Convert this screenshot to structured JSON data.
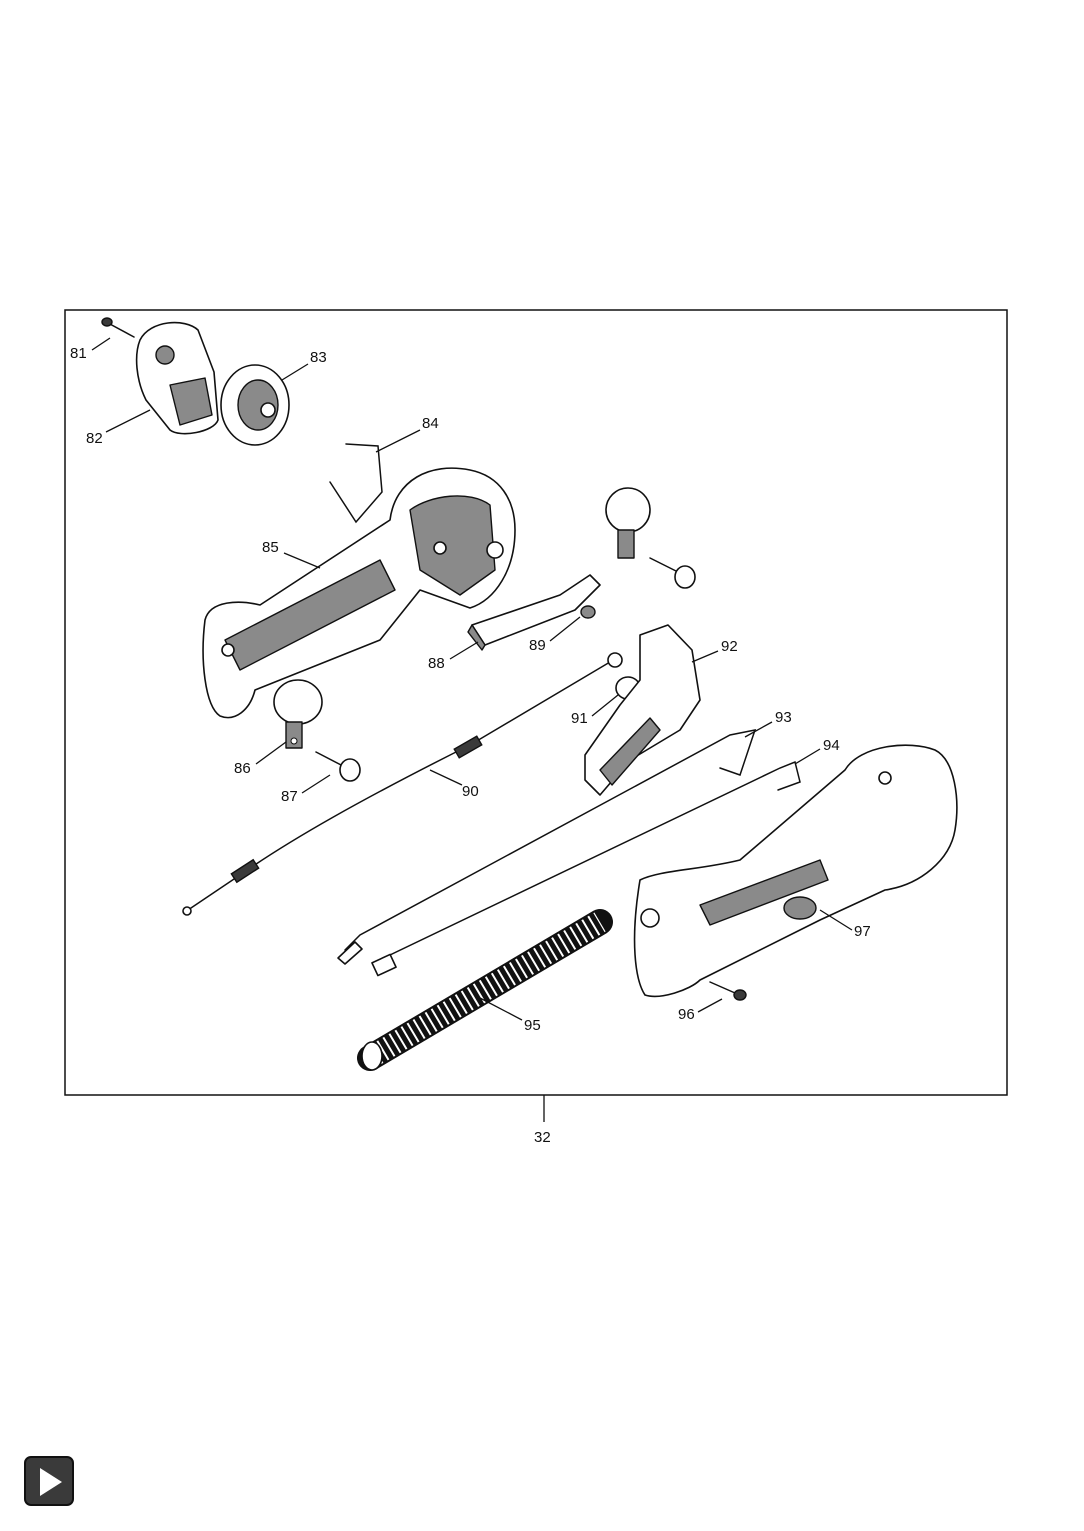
{
  "diagram": {
    "callouts": {
      "p81": "81",
      "p82": "82",
      "p83": "83",
      "p84": "84",
      "p85": "85",
      "p86": "86",
      "p87": "87",
      "p88": "88",
      "p89": "89",
      "p90": "90",
      "p91": "91",
      "p92": "92",
      "p93": "93",
      "p94": "94",
      "p95": "95",
      "p96": "96",
      "p97": "97"
    },
    "assembly_ref": "32"
  },
  "nav": {
    "icon": "play-icon",
    "color": "#3a3a3a"
  }
}
